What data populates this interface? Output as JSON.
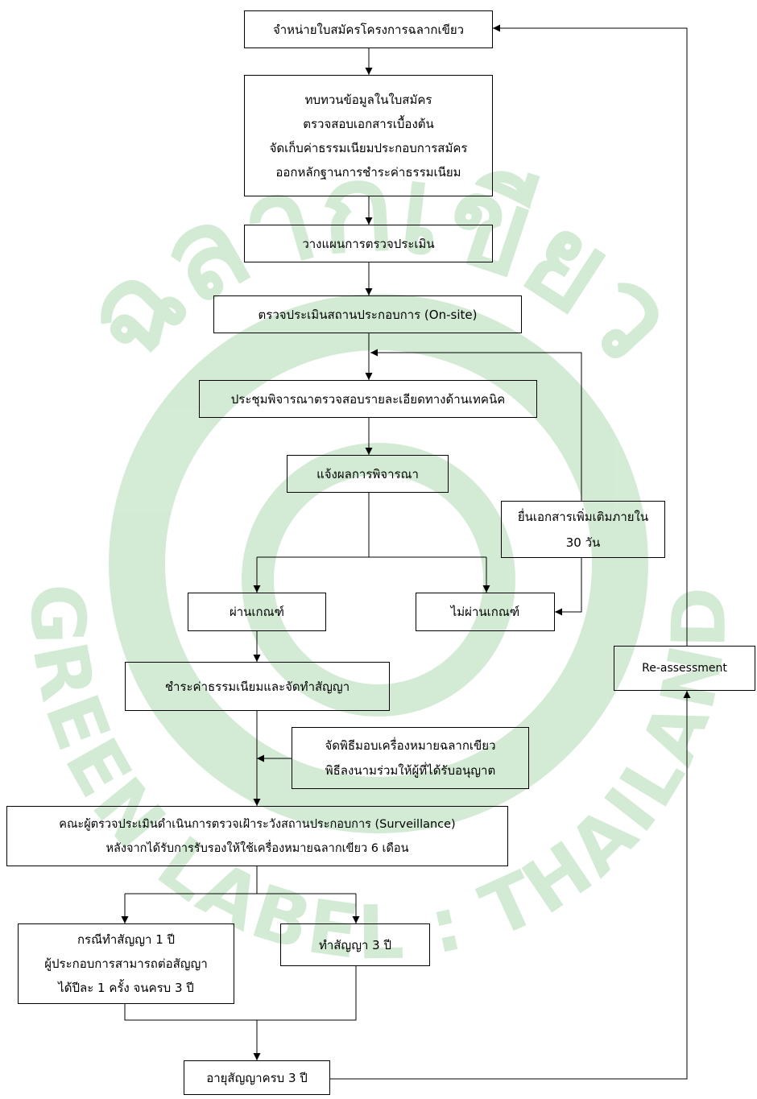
{
  "watermark": {
    "top_text": "ฉลากเขียว",
    "arc_text": "GREEN LABEL : THAILAND",
    "color": "#3aa845"
  },
  "steps": {
    "sell_forms": "จำหน่ายใบสมัครโครงการฉลากเขียว",
    "review_lines": [
      "ทบทวนข้อมูลในใบสมัคร",
      "ตรวจสอบเอกสารเบื้องต้น",
      "จัดเก็บค่าธรรมเนียมประกอบการสมัคร",
      "ออกหลักฐานการชำระค่าธรรมเนียม"
    ],
    "plan": "วางแผนการตรวจประเมิน",
    "onsite": "ตรวจประเมินสถานประกอบการ (On-site)",
    "technical_meeting": "ประชุมพิจารณาตรวจสอบรายละเอียดทางด้านเทคนิค",
    "notify": "แจ้งผลการพิจารณา",
    "resubmit_lines": [
      "ยื่นเอกสารเพิ่มเติมภายใน",
      "30 วัน"
    ],
    "pass": "ผ่านเกณฑ์",
    "fail": "ไม่ผ่านเกณฑ์",
    "reassessment": "Re-assessment",
    "pay_contract": "ชำระค่าธรรมเนียมและจัดทำสัญญา",
    "ceremony_lines": [
      "จัดพิธีมอบเครื่องหมายฉลากเขียว",
      "พิธีลงนามร่วมให้ผู้ที่ได้รับอนุญาต"
    ],
    "surveillance_lines": [
      "คณะผู้ตรวจประเมินดำเนินการตรวจเฝ้าระวังสถานประกอบการ (Surveillance)",
      "หลังจากได้รับการรับรองให้ใช้เครื่องหมายฉลากเขียว 6 เดือน"
    ],
    "one_year_lines": [
      "กรณีทำสัญญา 1 ปี",
      "ผู้ประกอบการสามารถต่อสัญญา",
      "ได้ปีละ 1 ครั้ง จนครบ 3 ปี"
    ],
    "three_year": "ทำสัญญา 3 ปี",
    "expiry": "อายุสัญญาครบ 3 ปี"
  }
}
